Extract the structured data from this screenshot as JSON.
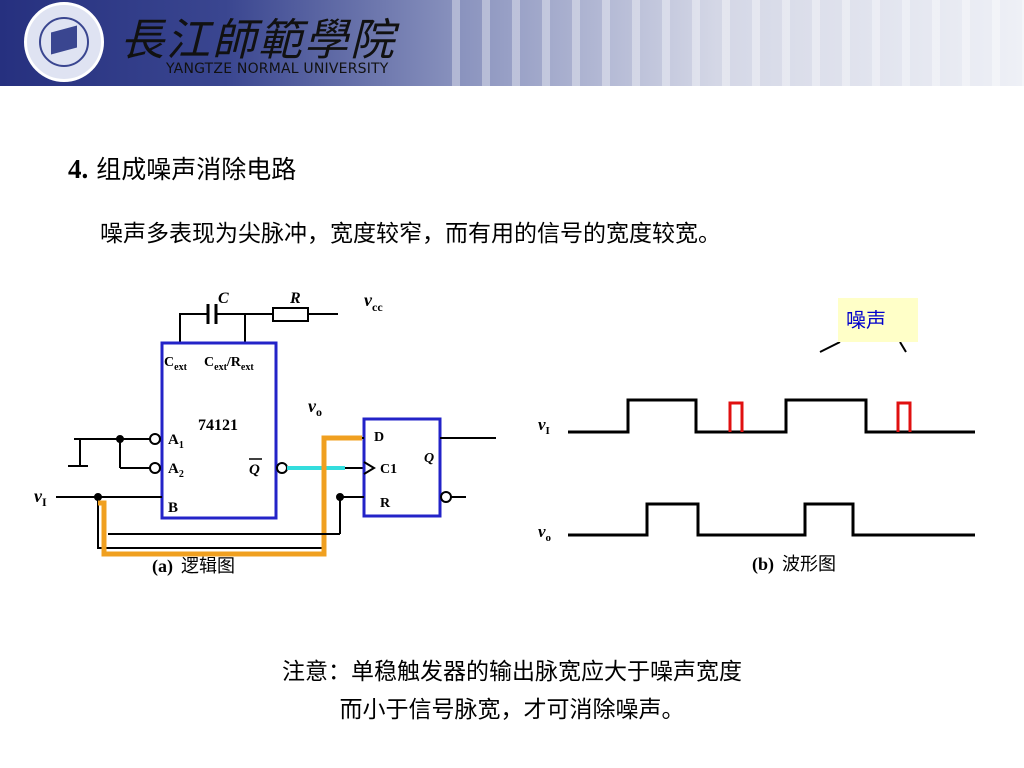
{
  "header": {
    "cn_name": "長江師範學院",
    "en_name": "YANGTZE NORMAL UNIVERSITY"
  },
  "title": {
    "number": "4.",
    "text": "组成噪声消除电路"
  },
  "intro": "噪声多表现为尖脉冲，宽度较窄，而有用的信号的宽度较宽。",
  "circuit": {
    "cap_label": "C",
    "res_label": "R",
    "vcc_label": "v",
    "vcc_sub": "cc",
    "cext_label": "C",
    "ext_sub": "ext",
    "cext_rext_label": "C",
    "rext_label": "/R",
    "chip_label": "74121",
    "a1_label": "A",
    "a1_sub": "1",
    "a2_label": "A",
    "a2_sub": "2",
    "b_label": "B",
    "qbar_label": "Q",
    "vo_label": "v",
    "vo_sub": "o",
    "vi_label": "v",
    "vi_sub": "I",
    "ff_d": "D",
    "ff_c1": "C1",
    "ff_r": "R",
    "ff_q": "Q",
    "caption_tag": "(a)",
    "caption_text": "逻辑图"
  },
  "waveform": {
    "noise_callout": "噪声",
    "vi_label": "v",
    "vi_sub": "I",
    "vo_label": "v",
    "vo_sub": "o",
    "caption_tag": "(b)",
    "caption_text": "波形图"
  },
  "note": {
    "line1": "注意：单稳触发器的输出脉宽应大于噪声宽度",
    "line2": "而小于信号脉宽，才可消除噪声。"
  },
  "colors": {
    "chip_border": "#2323c8",
    "highlight_wire": "#f0a020",
    "qbar_wire": "#33dddd",
    "noise_pulse": "#e01010",
    "callout_bg": "#ffffc8",
    "callout_text": "#0000cc"
  }
}
